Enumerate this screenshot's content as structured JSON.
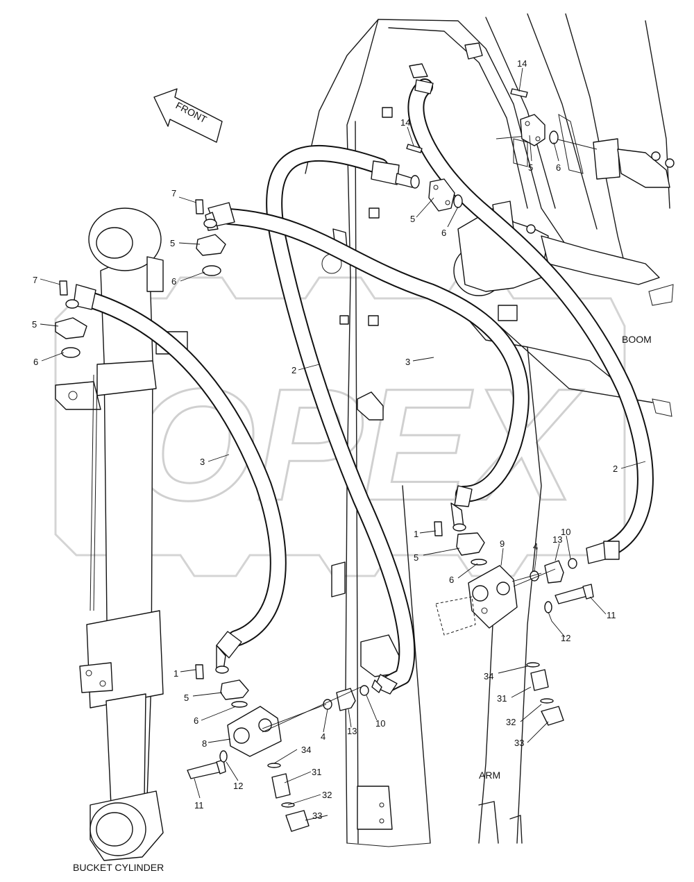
{
  "labels": {
    "front": "FRONT",
    "boom": "BOOM",
    "arm": "ARM",
    "bucket_cylinder": "BUCKET CYLINDER",
    "watermark": "OPEX"
  },
  "callouts": [
    "14",
    "14",
    "5",
    "6",
    "5",
    "6",
    "7",
    "5",
    "6",
    "7",
    "5",
    "6",
    "2",
    "3",
    "3",
    "2",
    "1",
    "5",
    "6",
    "9",
    "4",
    "13",
    "10",
    "11",
    "12",
    "34",
    "31",
    "32",
    "33",
    "1",
    "5",
    "6",
    "8",
    "4",
    "13",
    "10",
    "34",
    "31",
    "32",
    "33",
    "12",
    "11"
  ]
}
